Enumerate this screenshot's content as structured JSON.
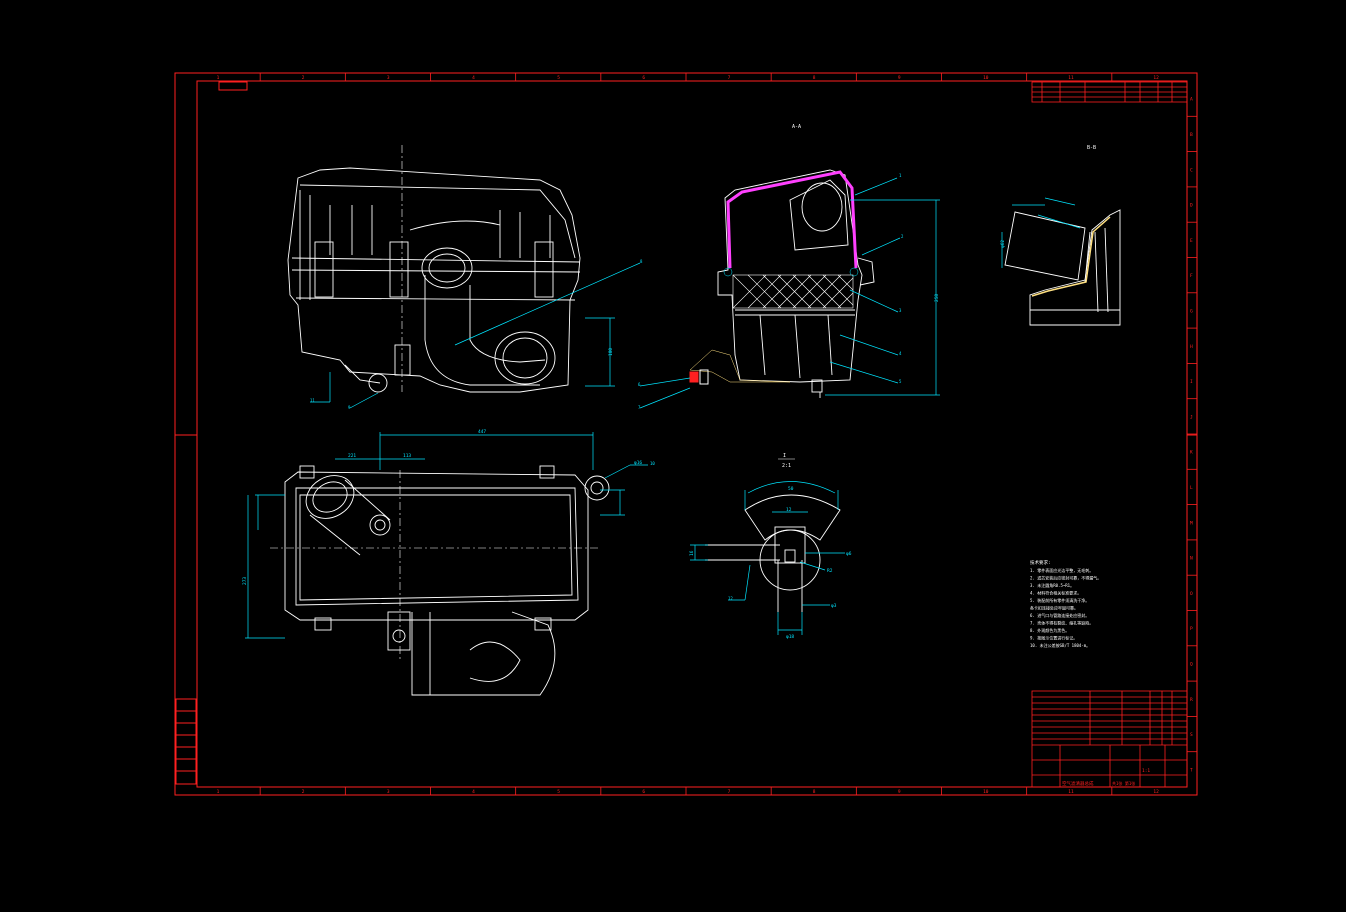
{
  "colors": {
    "background": "#000000",
    "frame": "#ff2020",
    "outline": "#ffffff",
    "dimension": "#00e5ff",
    "highlight": "#ff40ff",
    "filter": "#ffe080"
  },
  "sheet": {
    "zone_numbers_top": [
      "1",
      "2",
      "3",
      "4",
      "5",
      "6",
      "7",
      "8",
      "9",
      "10",
      "11",
      "12"
    ],
    "zone_letters_right": [
      "A",
      "B",
      "C",
      "D",
      "E",
      "F",
      "G",
      "H",
      "I",
      "J",
      "K",
      "L",
      "M",
      "N",
      "O",
      "P",
      "Q",
      "R",
      "S",
      "T"
    ]
  },
  "views": {
    "section_a_label": "A-A",
    "section_b_label": "B-B",
    "detail_label": "I",
    "detail_scale": "2:1"
  },
  "dimensions": {
    "front_height": "180",
    "plan_length": "447",
    "plan_width": "273",
    "plan_offset_1": "221",
    "plan_offset_2": "113",
    "plan_boss": "φ16",
    "section_height": "258",
    "detail_top": "50",
    "detail_mid": "12",
    "detail_side": "16",
    "detail_bottom": "φ18",
    "detail_right_1": "φ6",
    "detail_right_2": "R2",
    "detail_right_3": "φ3",
    "bb_dim": "φ62"
  },
  "balloons": [
    "1",
    "2",
    "3",
    "4",
    "5",
    "6",
    "7",
    "8",
    "9",
    "10",
    "11",
    "12"
  ],
  "notes": {
    "heading": "技术要求:",
    "items": [
      "1. 零件表面应光洁平整，无毛刺。",
      "2. 滤芯安装后应密封可靠，不得漏气。",
      "3. 未注圆角R0.5~R1。",
      "4. 材料符合相关标准要求。",
      "5. 装配前所有零件须清洗干净。",
      "   各卡扣连接处应牢固可靠。",
      "6. 进气口与管路连接处应密封。",
      "7. 壳体不得有裂纹、缩孔等缺陷。",
      "8. 外观颜色为黑色。",
      "9. 按图示位置进行标记。",
      "10. 未注公差按GB/T 1804-m。"
    ]
  },
  "title_block": {
    "drawing_name": "空气滤清器总成",
    "scale": "1:1",
    "sheet": "共1张 第1张"
  }
}
